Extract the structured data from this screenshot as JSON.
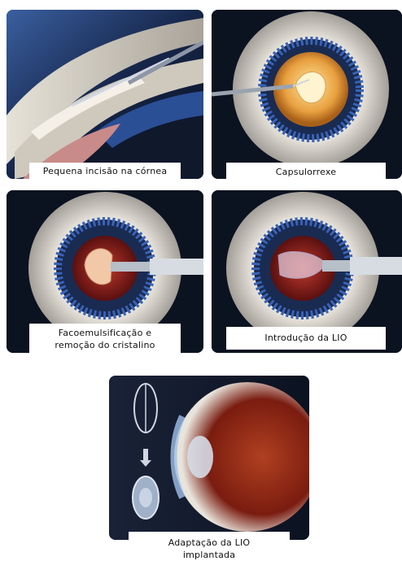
{
  "steps": [
    {
      "caption": [
        "Pequena incisão na córnea"
      ],
      "icon": "cornea-incision-illustration"
    },
    {
      "caption": [
        "Capsulorrexe"
      ],
      "icon": "capsulorhexis-illustration"
    },
    {
      "caption": [
        "Facoemulsificação e",
        "remoção do cristalino"
      ],
      "icon": "phacoemulsification-illustration"
    },
    {
      "caption": [
        "Introdução da LIO"
      ],
      "icon": "iol-insertion-illustration"
    },
    {
      "caption": [
        "Adaptação da LIO",
        "implantada"
      ],
      "icon": "iol-implanted-illustration"
    }
  ],
  "colors": {
    "panel_bg": "#0b1220",
    "iris_blue": "#2a4f9a",
    "pupil_red": "#8c1c1c",
    "lens_orange": "#e8a040",
    "caption_bg": "#ffffff"
  }
}
